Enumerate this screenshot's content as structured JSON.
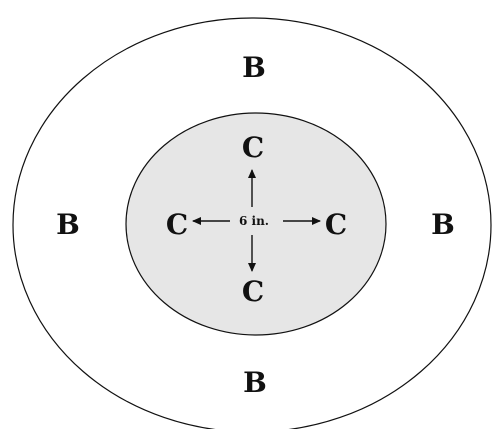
{
  "colors": {
    "background": "#ffffff",
    "outer_fill": "#ffffff",
    "inner_fill": "#e6e6e6",
    "stroke": "#111111",
    "text": "#111111"
  },
  "outer_zone": {
    "label_top": "B",
    "label_left": "B",
    "label_right": "B",
    "label_bottom": "B"
  },
  "inner_zone": {
    "label_top": "C",
    "label_left": "C",
    "label_right": "C",
    "label_bottom": "C",
    "center_measure": "6 in."
  },
  "arrows": [
    "up",
    "left",
    "right",
    "down"
  ]
}
